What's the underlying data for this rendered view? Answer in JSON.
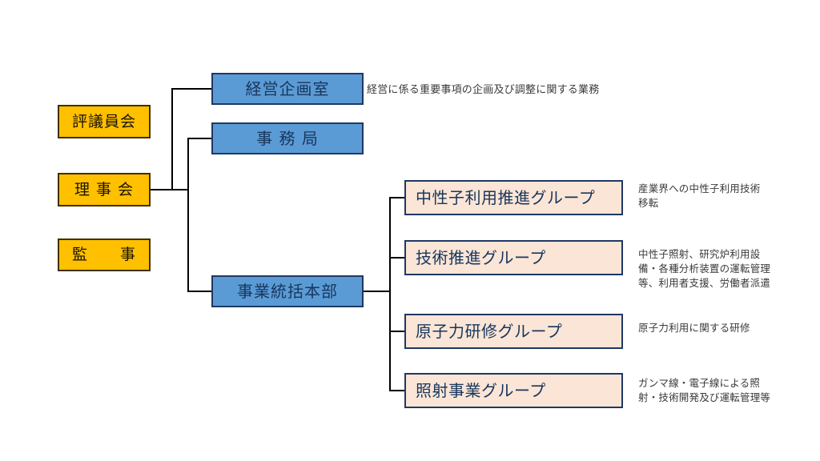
{
  "diagram": {
    "title": "organization-chart",
    "colors": {
      "governance_fill": "#FFC000",
      "governance_border": "#403000",
      "division_fill": "#5B9BD5",
      "division_border": "#1F3864",
      "group_fill": "#FBE5D6",
      "group_border": "#1F3864",
      "connector": "#000000",
      "note_text": "#3A3A3A"
    },
    "governance": [
      {
        "label": "評議員会"
      },
      {
        "label": "理 事 会"
      },
      {
        "label": "監　　事"
      }
    ],
    "divisions": [
      {
        "label": "経営企画室",
        "note": "経営に係る重要事項の企画及び調整に関する業務"
      },
      {
        "label": "事 務 局",
        "note": ""
      },
      {
        "label": "事業統括本部",
        "note": ""
      }
    ],
    "groups": [
      {
        "label": "中性子利用推進グループ",
        "note": "産業界への中性子利用技術\n移転"
      },
      {
        "label": "技術推進グループ",
        "note": "中性子照射、研究炉利用設\n備・各種分析装置の運転管理\n等、利用者支援、労働者派遣"
      },
      {
        "label": "原子力研修グループ",
        "note": "原子力利用に関する研修"
      },
      {
        "label": "照射事業グループ",
        "note": "ガンマ線・電子線による照\n射・技術開発及び運転管理等"
      }
    ]
  }
}
